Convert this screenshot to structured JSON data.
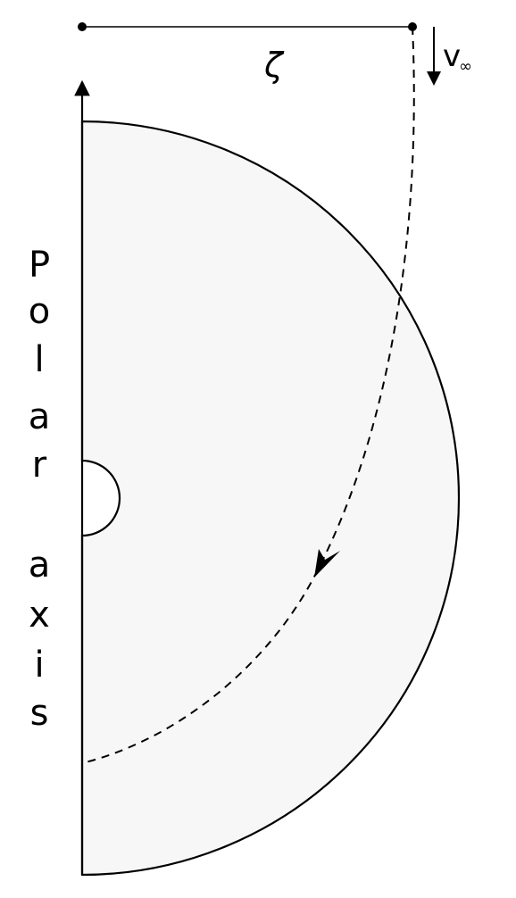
{
  "labels": {
    "zeta": "ζ",
    "velocity_main": "v",
    "velocity_sub": "∞",
    "axis_letters": [
      "P",
      "o",
      "l",
      "a",
      "r",
      "a",
      "x",
      "i",
      "s"
    ]
  },
  "colors": {
    "disk_fill": "#f7f7f7",
    "stroke": "#000000"
  }
}
